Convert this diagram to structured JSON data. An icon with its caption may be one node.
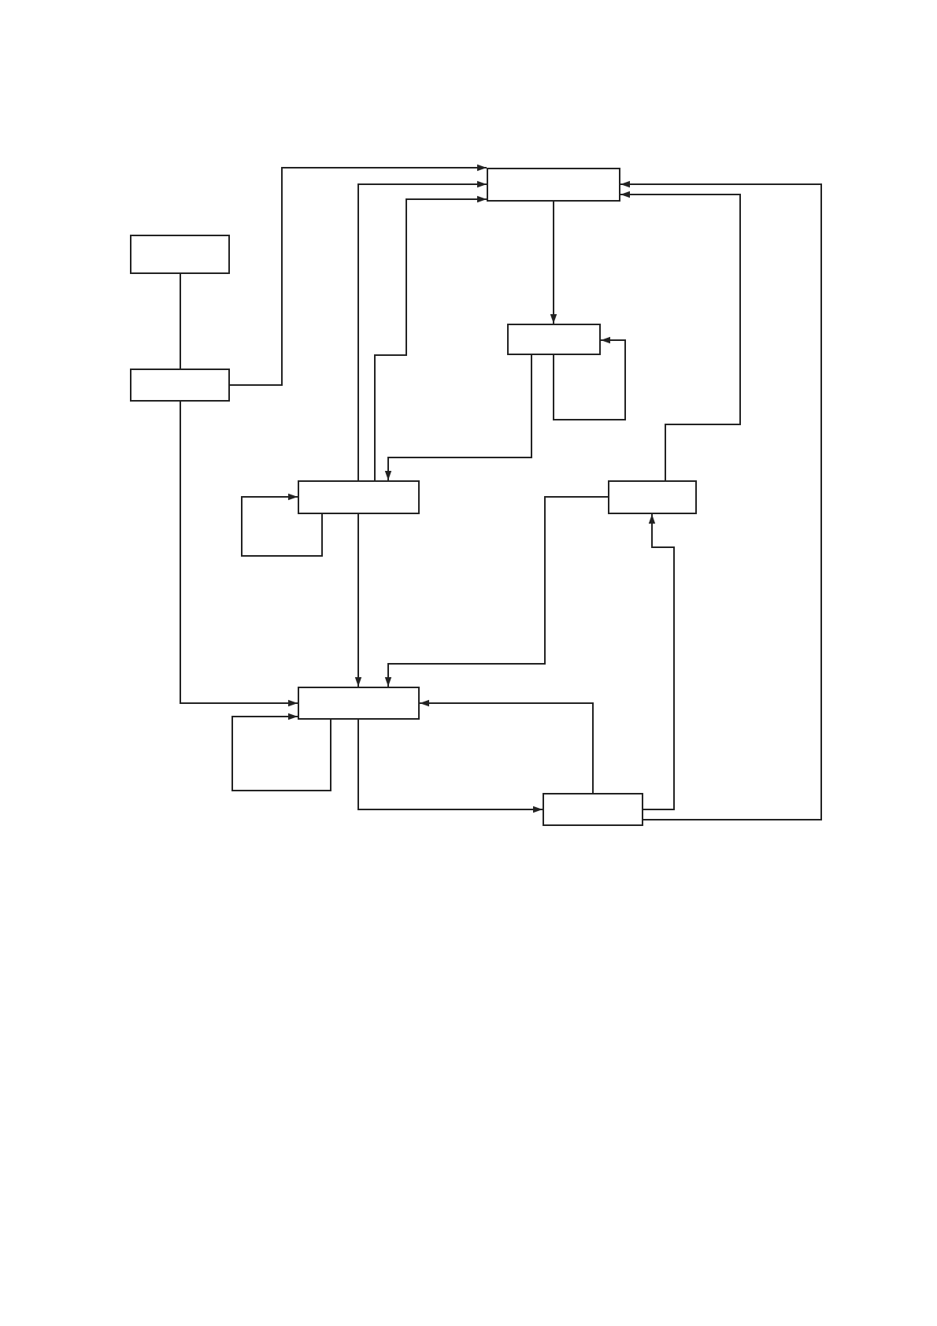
{
  "diagram": {
    "nodes": [
      {
        "text": [],
        "shape": "box"
      },
      {
        "text": [],
        "shape": "box"
      },
      {
        "text": [],
        "shape": "box"
      },
      {
        "text": [],
        "shape": "box"
      },
      {
        "text": [],
        "shape": "box"
      },
      {
        "text": [],
        "shape": "box"
      },
      {
        "text": [],
        "shape": "box"
      },
      {
        "text": [],
        "shape": "box"
      }
    ],
    "edges": [
      {
        "from": 0,
        "to": 1,
        "arrow": "none"
      },
      {
        "from": 1,
        "to": 2,
        "arrow": "to"
      },
      {
        "from": 4,
        "to": 2,
        "arrow": "to"
      },
      {
        "from": 4,
        "to": 2,
        "arrow": "to"
      },
      {
        "from": 2,
        "to": 3,
        "arrow": "to"
      },
      {
        "from": 3,
        "to": 3,
        "arrow": "to"
      },
      {
        "from": 3,
        "to": 4,
        "arrow": "to"
      },
      {
        "from": 5,
        "to": 2,
        "arrow": "to"
      },
      {
        "from": 7,
        "to": 2,
        "arrow": "to"
      },
      {
        "from": 4,
        "to": 4,
        "arrow": "to"
      },
      {
        "from": 4,
        "to": 6,
        "arrow": "to"
      },
      {
        "from": 1,
        "to": 6,
        "arrow": "to"
      },
      {
        "from": 6,
        "to": 6,
        "arrow": "to"
      },
      {
        "from": 6,
        "to": 7,
        "arrow": "to"
      },
      {
        "from": 5,
        "to": 6,
        "arrow": "to"
      },
      {
        "from": 7,
        "to": 6,
        "arrow": "to"
      },
      {
        "from": 7,
        "to": 5,
        "arrow": "to"
      }
    ]
  }
}
